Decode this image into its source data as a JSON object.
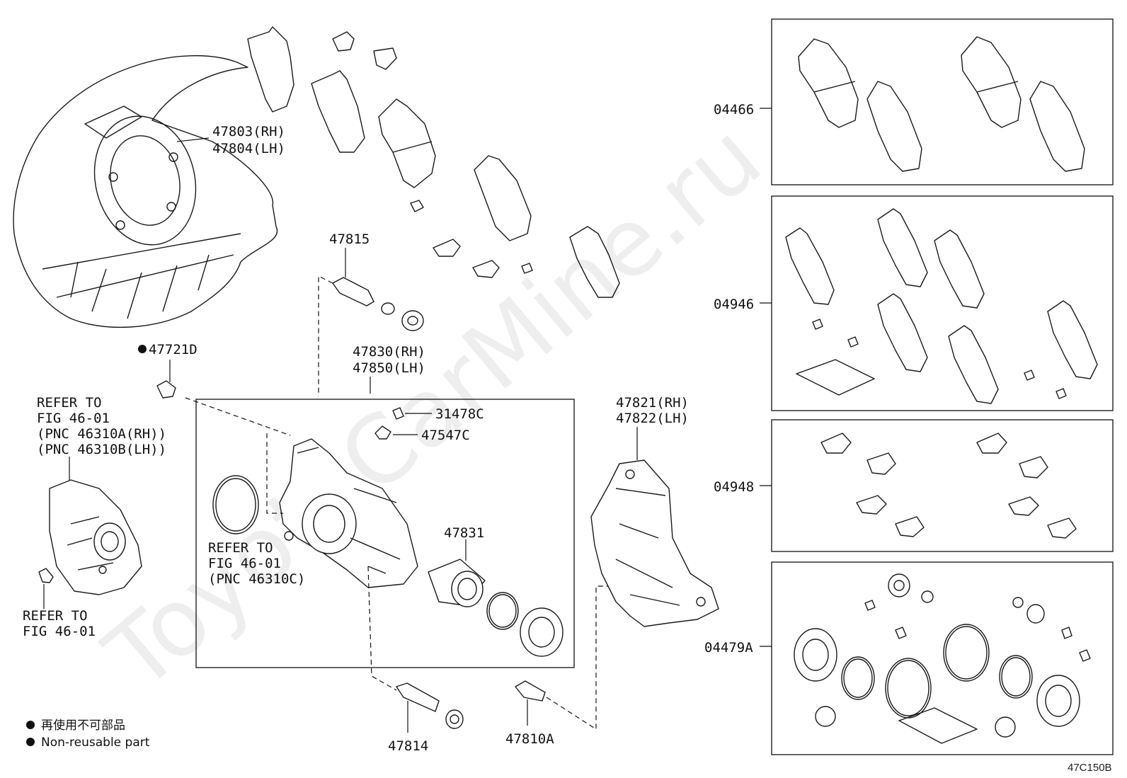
{
  "watermark": "ToyotaCarMine.ru",
  "labels": {
    "shield_rh": "47803(RH)",
    "shield_lh": "47804(LH)",
    "pin_47815": "47815",
    "bolt_47721d": "47721D",
    "refer_a_l1": "REFER TO",
    "refer_a_l2": "FIG 46-01",
    "refer_a_l3": "(PNC 46310A(RH))",
    "refer_a_l4": "(PNC 46310B(LH))",
    "refer_b_l1": "REFER TO",
    "refer_b_l2": "FIG 46-01",
    "caliper_rh": "47830(RH)",
    "caliper_lh": "47850(LH)",
    "cap_31478c": "31478C",
    "plug_47547c": "47547C",
    "refer_c_l1": "REFER TO",
    "refer_c_l2": "FIG 46-01",
    "refer_c_l3": "(PNC 46310C)",
    "piston_47831": "47831",
    "mounting_rh": "47821(RH)",
    "mounting_lh": "47822(LH)",
    "pin_47814": "47814",
    "bolt_47810a": "47810A",
    "kit_04466": "04466",
    "kit_04946": "04946",
    "kit_04948": "04948",
    "kit_04479a": "04479A"
  },
  "legend": {
    "jp": "再使用不可部品",
    "en": "Non-reusable part"
  },
  "figure_code": "47C150B"
}
